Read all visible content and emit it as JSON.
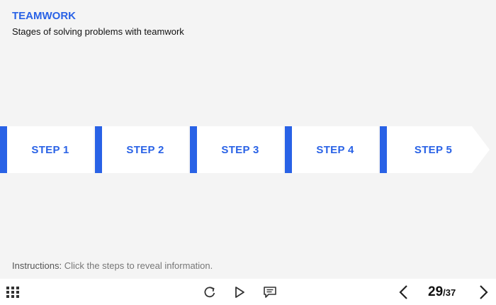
{
  "header": {
    "title": "TEAMWORK",
    "subtitle": "Stages of solving problems with teamwork"
  },
  "steps": [
    {
      "label": "STEP 1"
    },
    {
      "label": "STEP 2"
    },
    {
      "label": "STEP 3"
    },
    {
      "label": "STEP 4"
    },
    {
      "label": "STEP 5"
    }
  ],
  "instructions": {
    "prefix": "Instructions:",
    "text": " Click the steps to reveal information."
  },
  "footer": {
    "icons": [
      "grid-menu-icon",
      "replay-icon",
      "play-icon",
      "comment-icon",
      "prev-icon",
      "next-icon"
    ],
    "page_current": "29",
    "page_total": "/37"
  },
  "colors": {
    "accent": "#2962e6",
    "background": "#f4f4f4",
    "step_background": "#ffffff"
  }
}
